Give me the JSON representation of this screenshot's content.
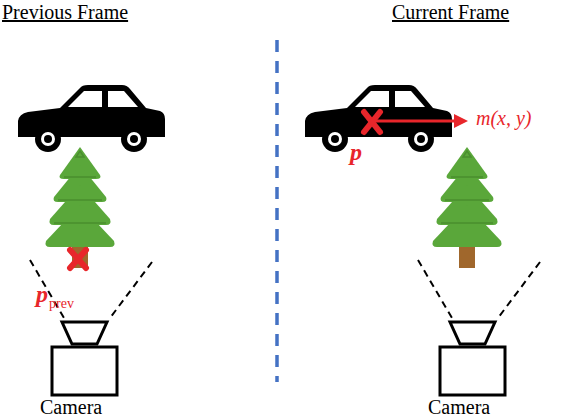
{
  "diagram": {
    "labels": [
      "Previous Frame",
      "Current Frame",
      "p",
      "prev",
      "p",
      "m(x, y)",
      "Camera",
      "Camera"
    ]
  }
}
